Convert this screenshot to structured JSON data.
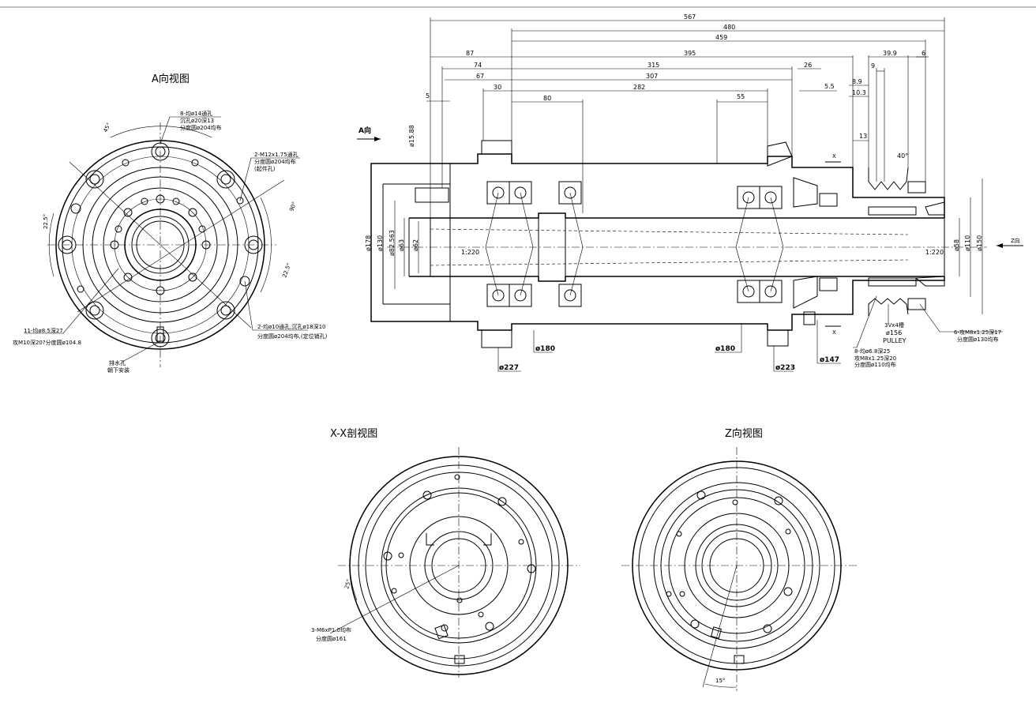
{
  "titles": {
    "a_view": "A向视图",
    "xx_section": "X-X剖视图",
    "z_view": "Z向视图",
    "a_direction": "A向",
    "z_direction": "Z向"
  },
  "a_view": {
    "angle_45": "45°",
    "angle_22_5_left": "22.5°",
    "angle_22_5_right": "22.5°",
    "angle_90": "90°",
    "note_holes_8": [
      "8-均ø14通孔",
      "沉孔ø20深13",
      "分度圆ø204均布"
    ],
    "note_tapped_2": [
      "2-M12x1.75通孔",
      "分度圆ø204均布",
      "(起件孔)"
    ],
    "note_holes_11": [
      "11-均ø8.5深27",
      "攻M10深20?分度圆ø104.8"
    ],
    "note_holes_2": [
      "2-均ø10通孔,沉孔ø18深10",
      "分度圆ø204均布,(定位销孔)"
    ],
    "note_drain": [
      "排水孔",
      "朝下安装"
    ]
  },
  "main_view": {
    "dims_top": [
      "567",
      "480",
      "459",
      "395",
      "87",
      "74",
      "315",
      "67",
      "307",
      "30",
      "282",
      "80",
      "55",
      "5",
      "26",
      "5.5",
      "39.9",
      "9",
      "6",
      "8.9",
      "10.3",
      "13"
    ],
    "angle_40": "40°",
    "diameters_left": [
      "ø178",
      "ø130",
      "ø82.563",
      "ø63",
      "ø62"
    ],
    "dia_15_88": "ø15.88",
    "taper_left": "1:220",
    "taper_right": "1:220",
    "diameters_right": [
      "ø58",
      "ø110",
      "ø150"
    ],
    "dia_bottom": [
      "ø227",
      "ø180",
      "ø180",
      "ø223",
      "ø147"
    ],
    "section_mark_x": "X",
    "pulley_note": [
      "3Vx4槽",
      "ø156",
      "PULLEY"
    ],
    "note_holes_8_right": [
      "8-均ø6.8深25",
      "攻M8x1.25深20",
      "分度圆ø110均布"
    ],
    "note_holes_6": [
      "6-攻M8x1.25深17",
      "分度圆ø130均布"
    ]
  },
  "xx_view": {
    "angle_25": "25°",
    "note": [
      "3-M6xP1.0均布",
      "分度圆ø161"
    ]
  },
  "z_view": {
    "angle_15": "15°"
  }
}
